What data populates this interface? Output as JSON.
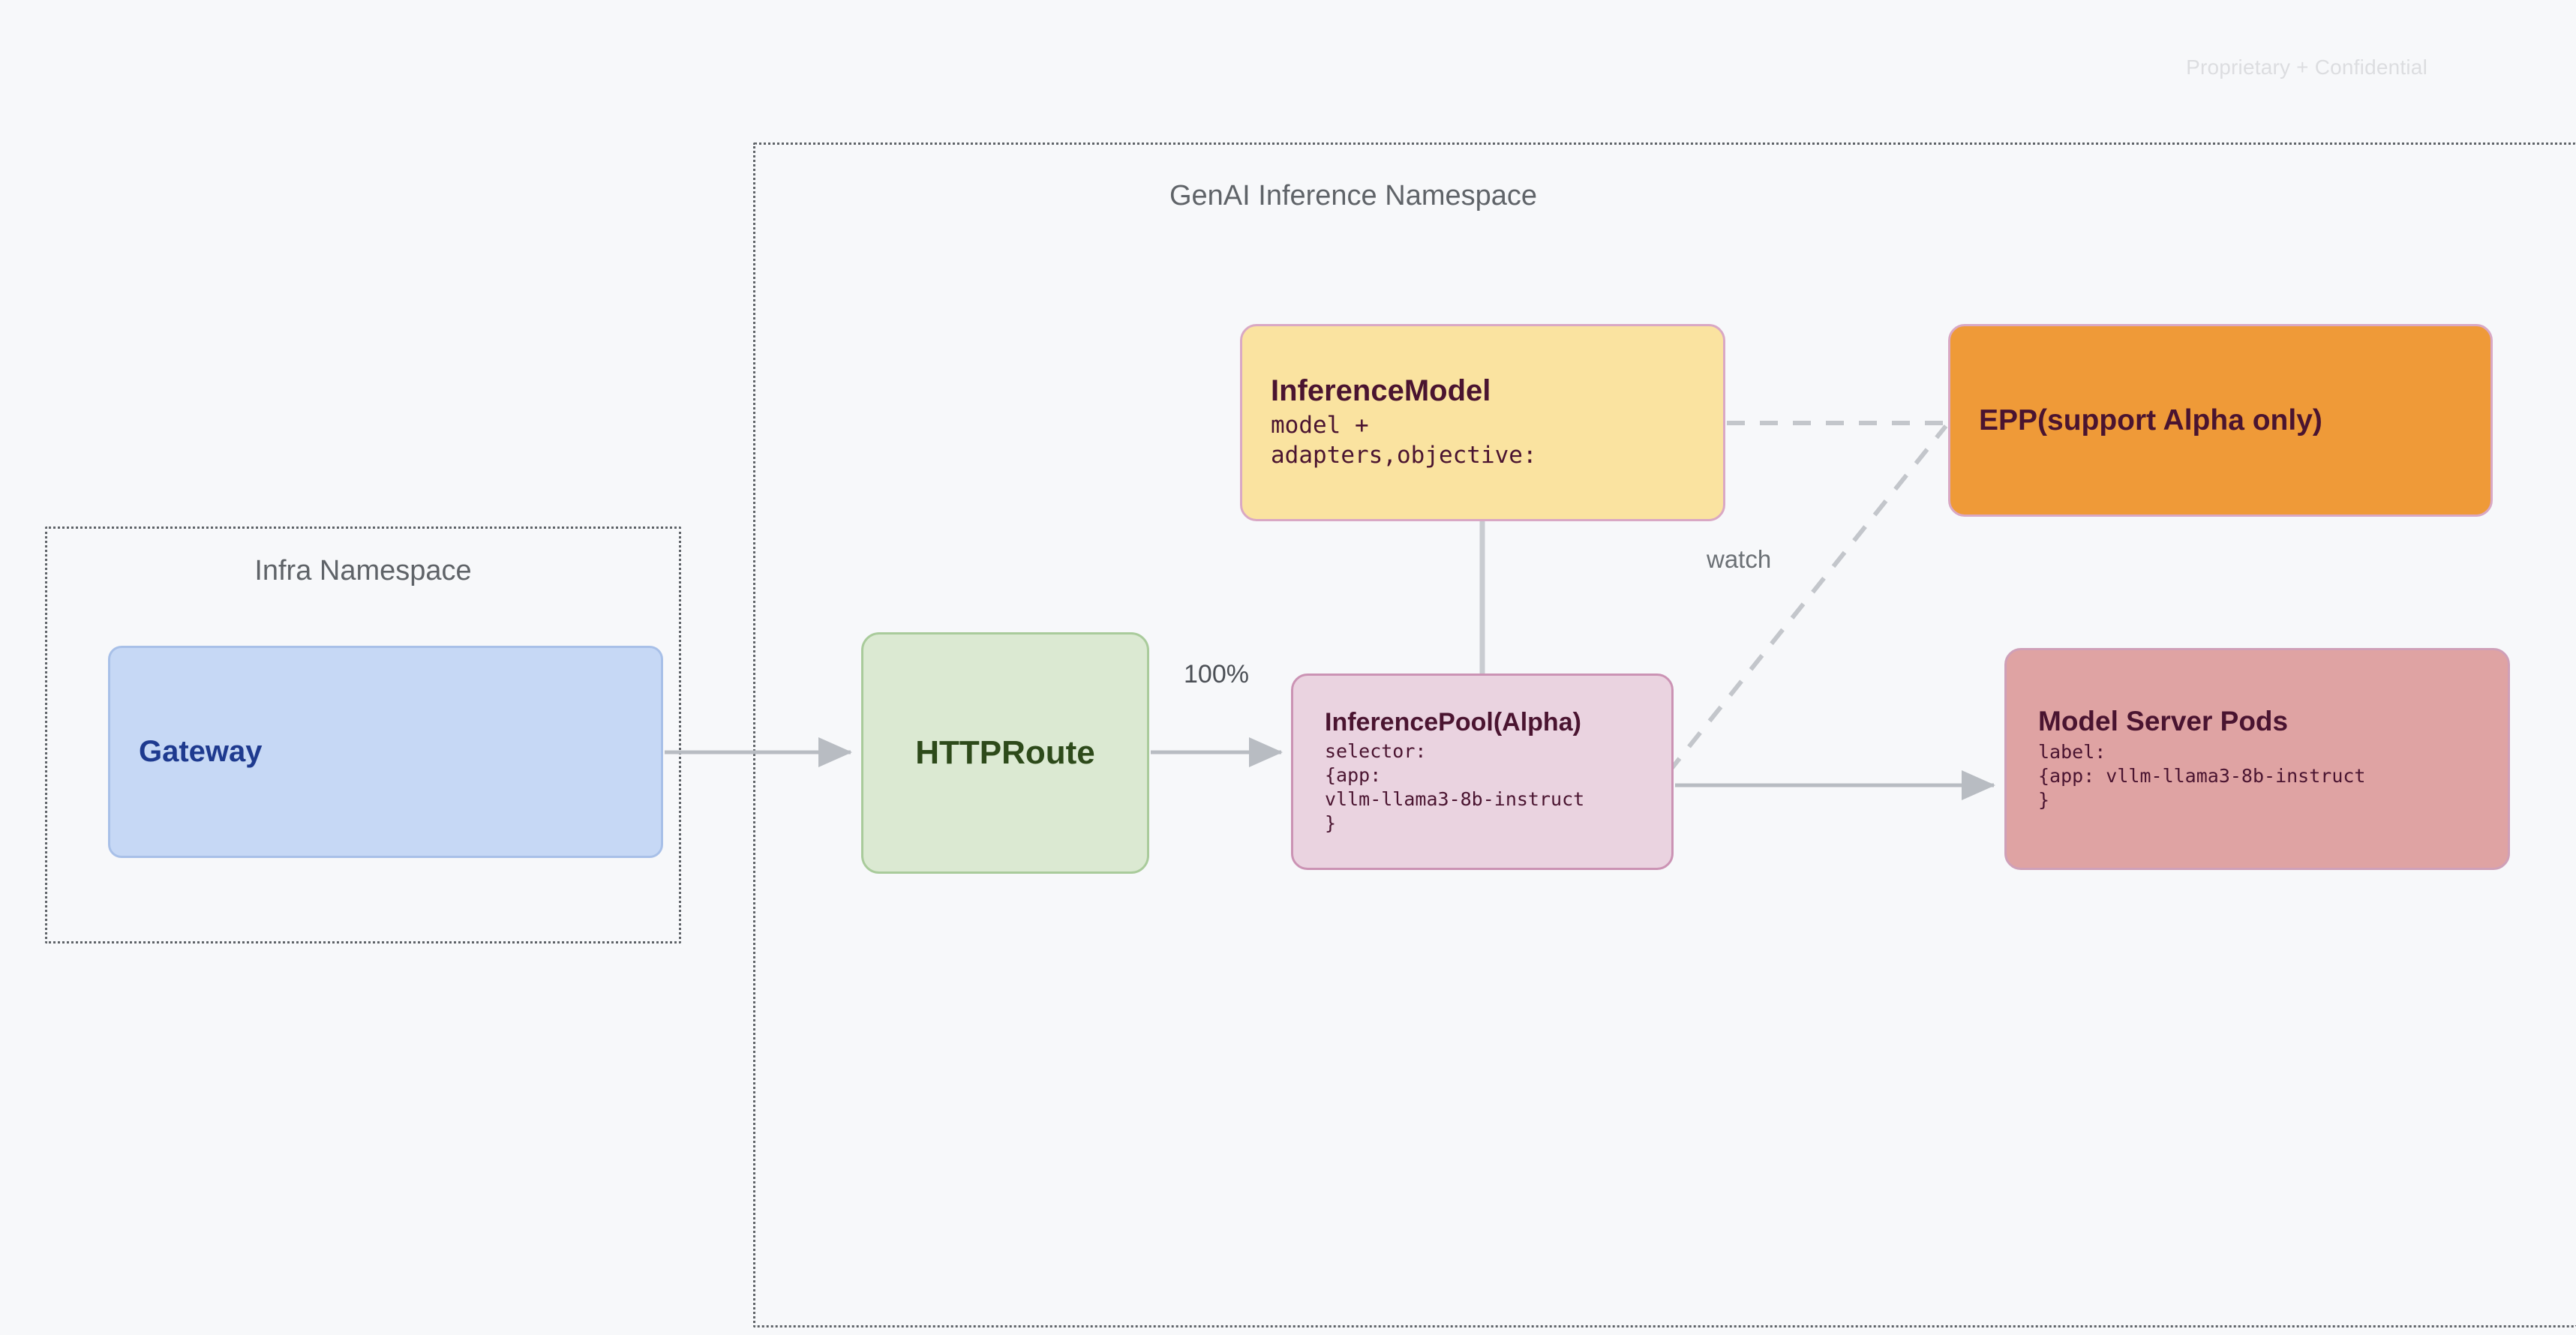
{
  "page": {
    "watermark": "Proprietary + Confidential",
    "background_color": "#f7f8fa"
  },
  "namespaces": [
    {
      "id": "infra",
      "title": "Infra Namespace",
      "border_style": "dotted",
      "border_color": "#5f6368"
    },
    {
      "id": "genai",
      "title": "GenAI Inference Namespace",
      "border_style": "dotted",
      "border_color": "#5f6368"
    }
  ],
  "nodes": {
    "gateway": {
      "title": "Gateway",
      "fill": "#c6d8f5",
      "border": "#a8c0e8",
      "text_color": "#1e3a8f"
    },
    "httproute": {
      "title": "HTTPRoute",
      "fill": "#dbe9d2",
      "border": "#a9cb9b",
      "text_color": "#2d4a1a"
    },
    "inferencemodel": {
      "title": "InferenceModel",
      "body": "model +\nadapters,objective:",
      "fill": "#fae3a0",
      "border": "#d9a8c4",
      "text_color": "#4a1430"
    },
    "inferencepool": {
      "title": "InferencePool(Alpha)",
      "body": "selector:\n{app:\nvllm-llama3-8b-instruct\n}",
      "fill": "#ead3e0",
      "border": "#cb93b4",
      "text_color": "#4a1430"
    },
    "epp": {
      "title": "EPP(support Alpha only)",
      "fill": "#ef9a38",
      "border": "#d9a8c4",
      "text_color": "#4a1430"
    },
    "modelserver": {
      "title": "Model Server Pods",
      "body": "label:\n{app: vllm-llama3-8b-instruct\n}",
      "fill": "#dfa3a3",
      "border": "#cfa0b8",
      "text_color": "#4a1430"
    }
  },
  "edges": [
    {
      "id": "gateway-to-httproute",
      "from": "gateway",
      "to": "httproute",
      "style": "solid",
      "arrow": true,
      "label": ""
    },
    {
      "id": "httproute-to-inferencepool",
      "from": "httproute",
      "to": "inferencepool",
      "style": "solid",
      "arrow": true,
      "label": "100%"
    },
    {
      "id": "inferencemodel-to-inferencepool",
      "from": "inferencemodel",
      "to": "inferencepool",
      "style": "solid",
      "arrow": false,
      "label": ""
    },
    {
      "id": "inferencemodel-to-epp",
      "from": "inferencemodel",
      "to": "epp",
      "style": "dashed",
      "arrow": false,
      "label": ""
    },
    {
      "id": "inferencepool-to-epp",
      "from": "inferencepool",
      "to": "epp",
      "style": "dashed",
      "arrow": false,
      "label": "watch"
    },
    {
      "id": "inferencepool-to-modelserver",
      "from": "inferencepool",
      "to": "modelserver",
      "style": "solid",
      "arrow": true,
      "label": ""
    }
  ],
  "edge_labels": {
    "traffic_split": "100%",
    "watch": "watch"
  },
  "colors": {
    "connector": "#b8bcc2",
    "namespace_border": "#5f6368",
    "watermark": "#dcdde0"
  }
}
